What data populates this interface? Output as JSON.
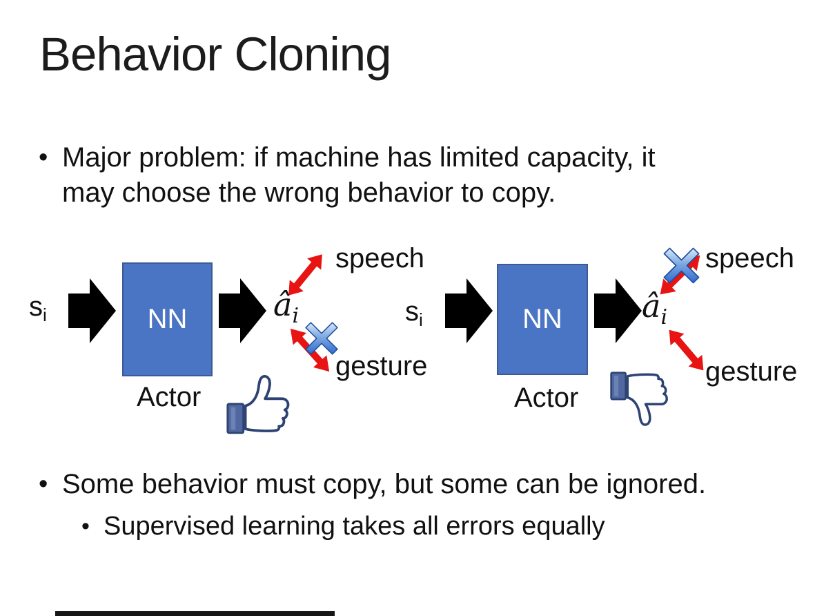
{
  "slide": {
    "title": "Behavior Cloning",
    "bullets": {
      "marker": "•",
      "b1_line1": "Major problem: if machine has limited capacity, it",
      "b1_line2": "may choose the wrong behavior to copy.",
      "b2": "Some behavior must copy, but some can be ignored.",
      "b2_sub": "Supervised learning takes all errors equally"
    }
  },
  "diagrams": {
    "left": {
      "input": "s",
      "input_sub": "i",
      "network": "NN",
      "output": "â",
      "output_sub": "i",
      "role": "Actor",
      "action_top": "speech",
      "action_bottom": "gesture",
      "crossed_action": "gesture",
      "feedback_icon": "thumbs-up"
    },
    "right": {
      "input": "s",
      "input_sub": "i",
      "network": "NN",
      "output": "â",
      "output_sub": "i",
      "role": "Actor",
      "action_top": "speech",
      "action_bottom": "gesture",
      "crossed_action": "speech",
      "feedback_icon": "thumbs-down"
    }
  },
  "icons": {
    "flow_arrow": "black-right-block-arrow",
    "relation_arrow": "red-double-headed-arrow",
    "cross": "blue-x-cross",
    "feedback_left": "thumbs-up",
    "feedback_right": "thumbs-down"
  },
  "colors": {
    "background": "#ffffff",
    "text": "#111111",
    "nn_fill": "#4a74c4",
    "nn_border": "#3d5a94",
    "nn_text": "#ffffff",
    "black_arrow": "#000000",
    "red_arrow": "#e81414",
    "cross_fill_top": "#d9e8fb",
    "cross_fill_bottom": "#2e6bd0",
    "cross_border": "#1d4f9e",
    "thumb_outline": "#2d4373",
    "thumb_cuff": "#51679f"
  }
}
